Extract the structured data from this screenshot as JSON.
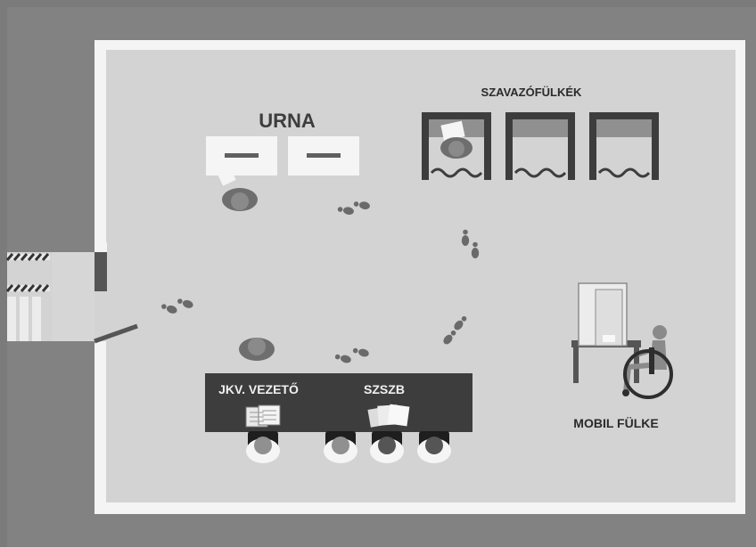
{
  "labels": {
    "ballot_box": "URNA",
    "voting_booths": "SZAVAZÓFÜLKÉK",
    "recorder": "JKV. VEZETŐ",
    "committee": "SZSZB",
    "mobile_booth": "MOBIL FÜLKE"
  },
  "colors": {
    "outer": "#7b7b7b",
    "wall": "#f4f4f4",
    "floor": "#d3d3d3",
    "dark": "#3d3d3d",
    "person": "#6e6e6e",
    "light": "#f5f5f5"
  },
  "icons": [
    "ballot-box-icon",
    "voting-booth-icon",
    "footprints-icon",
    "person-icon",
    "wheelchair-icon",
    "paper-stack-icon",
    "entrance-barrier-icon"
  ]
}
